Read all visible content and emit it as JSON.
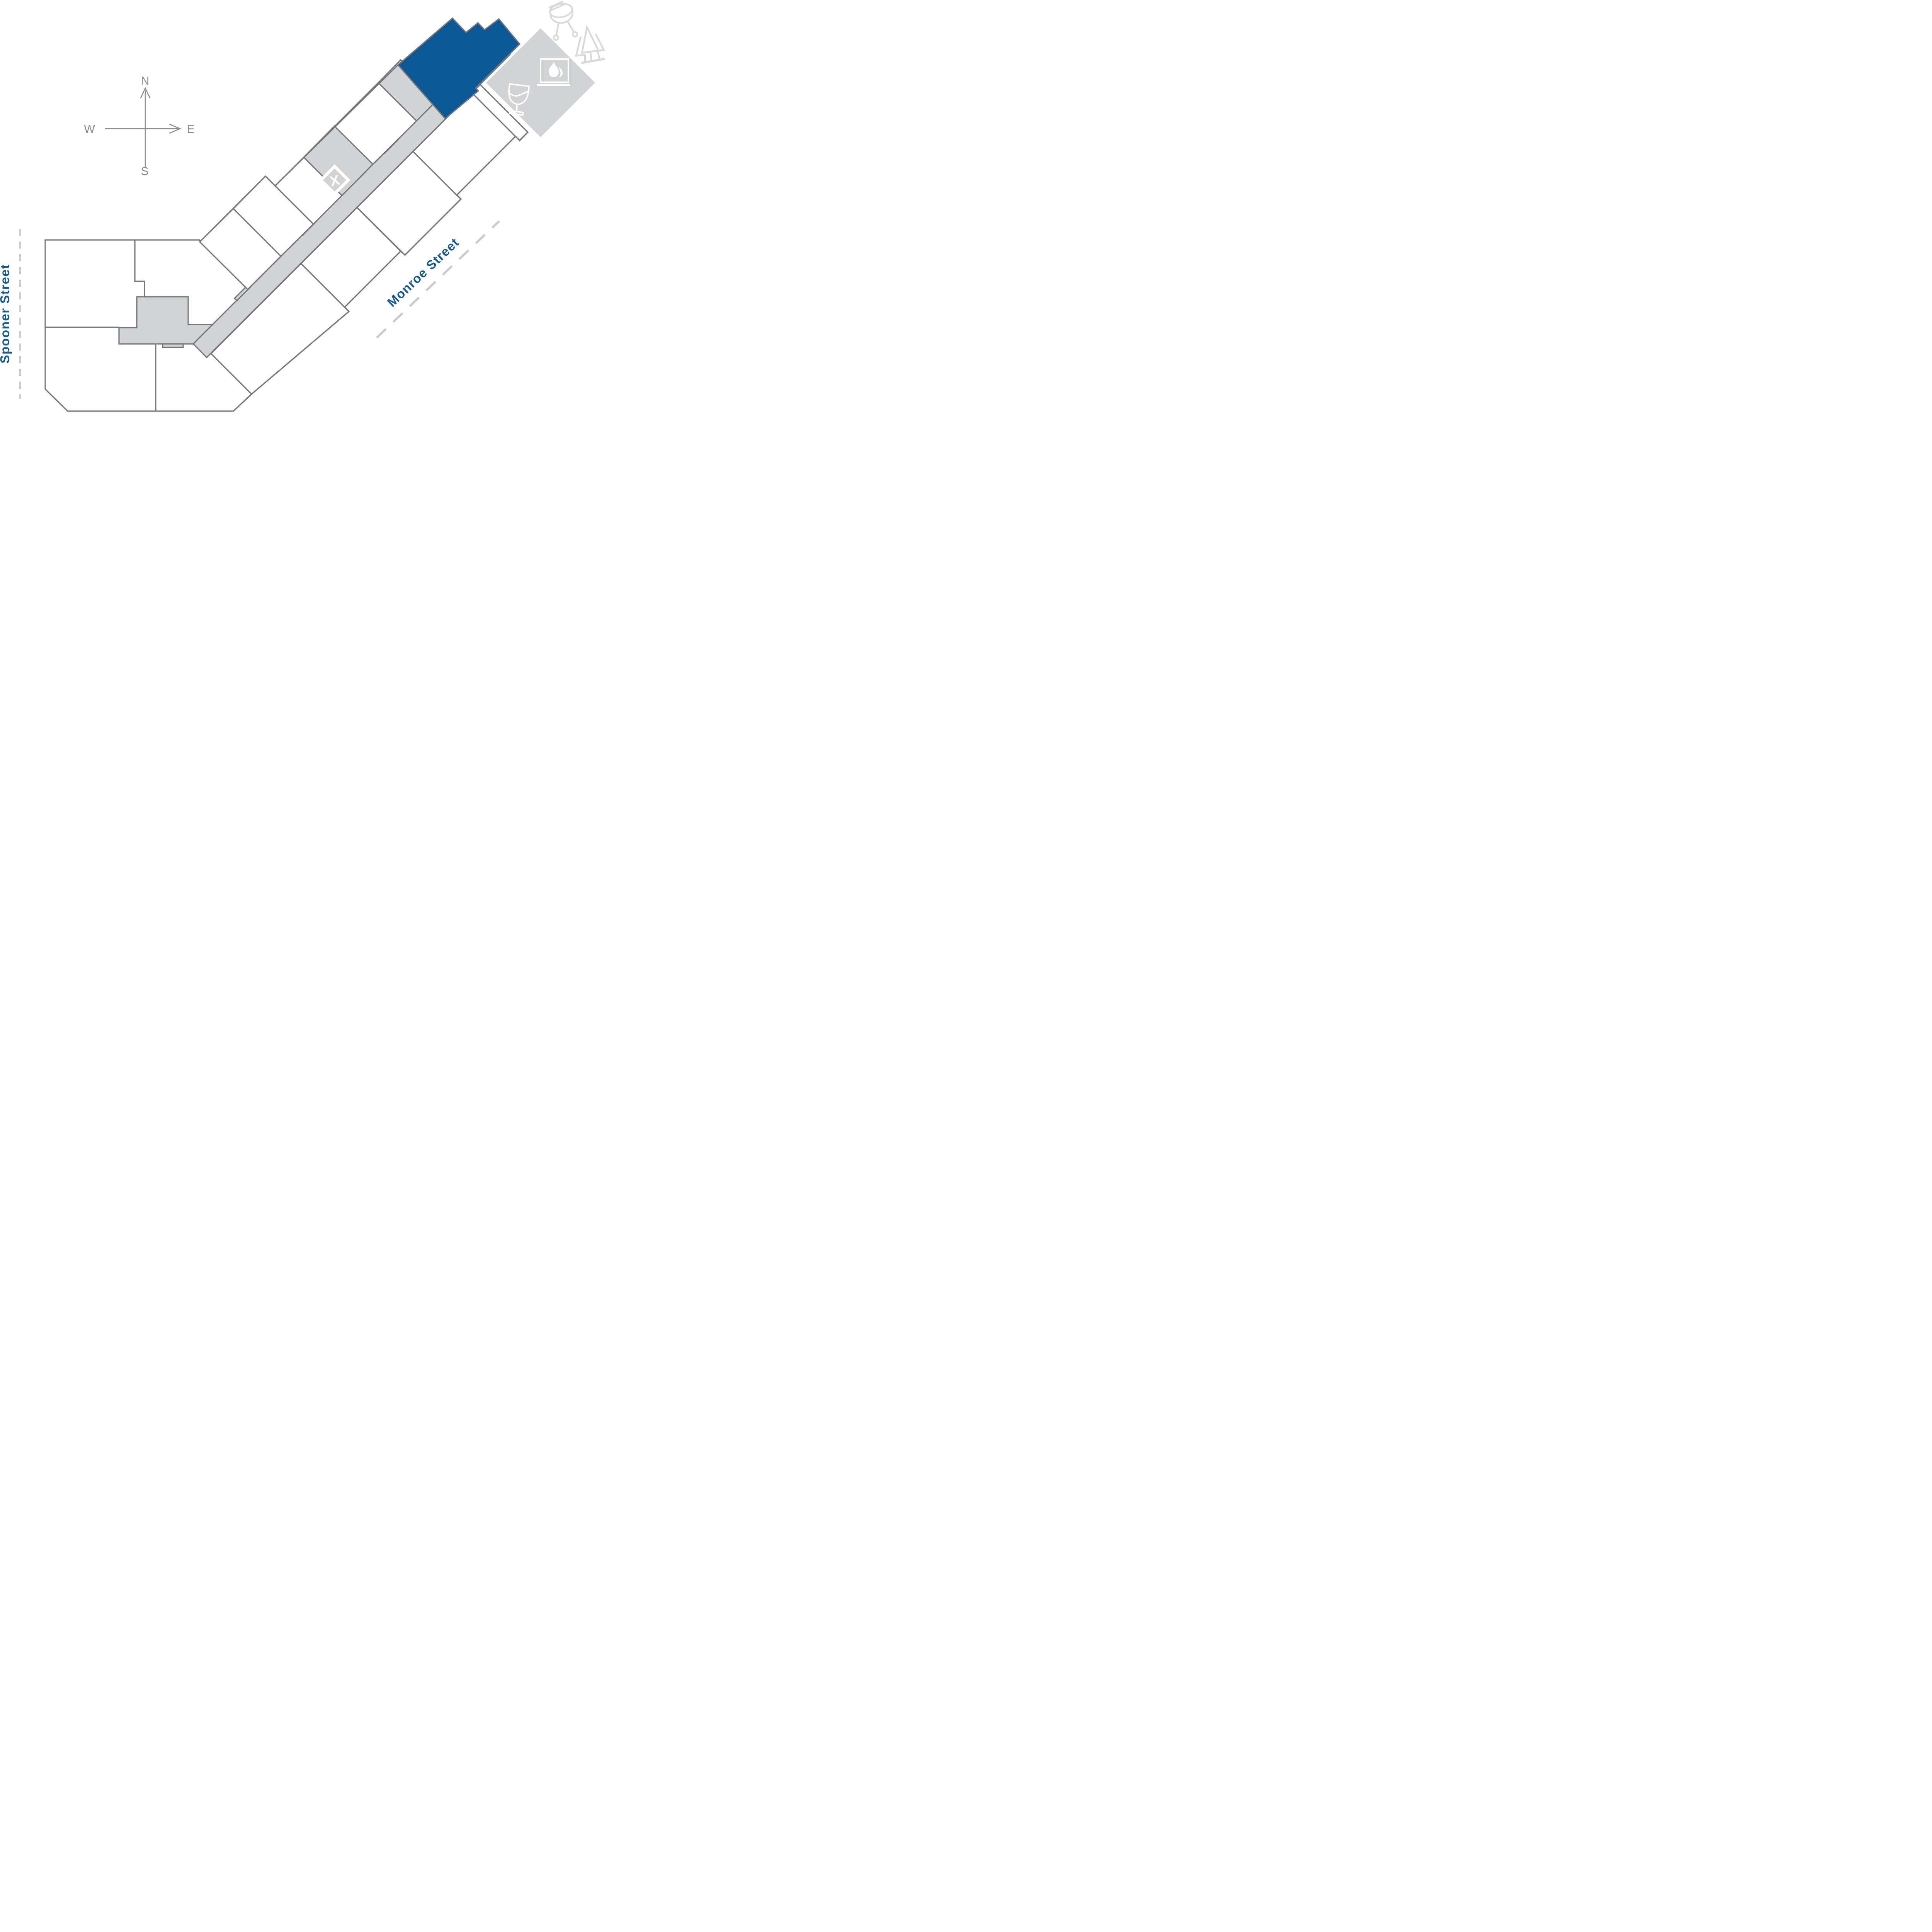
{
  "compass": {
    "north": "N",
    "south": "S",
    "east": "E",
    "west": "W"
  },
  "streets": {
    "spooner": {
      "name": "Spooner Street"
    },
    "monroe": {
      "name": "Monroe Street"
    }
  },
  "site_plan": {
    "marker": {
      "label": "X"
    },
    "highlighted_unit": {
      "state": "selected"
    },
    "amenity_icons": [
      "grill-icon",
      "trees-icon",
      "fireplace-icon",
      "wine-glass-icon"
    ]
  },
  "colors": {
    "selected_unit": "#0C5796",
    "street_text": "#175A93",
    "outline": "#76777B",
    "common_area": "#D2D3D5",
    "unit_fill": "#FFFFFF",
    "icon_light": "#D8D9DA",
    "dashed_line": "#C9CACB",
    "compass": "#8A8C8F",
    "marker_text": "#FFFFFF"
  }
}
